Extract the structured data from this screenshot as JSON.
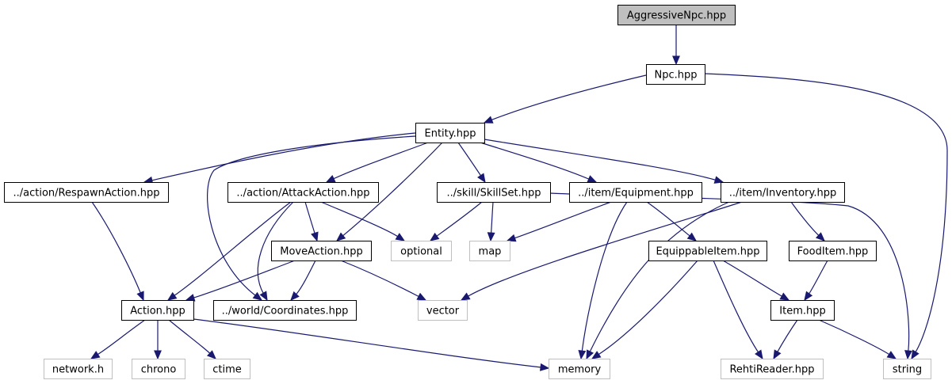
{
  "title": "AggressiveNpc.hpp include dependency graph",
  "colors": {
    "edge": "#191970",
    "root_fill": "#bfbfbf",
    "node_border": "#000000",
    "external_border": "#bfbfbf",
    "node_fill": "#ffffff"
  },
  "nodes": [
    {
      "id": "aggressivenpc",
      "label": "AggressiveNpc.hpp",
      "kind": "root"
    },
    {
      "id": "npc",
      "label": "Npc.hpp",
      "kind": "local"
    },
    {
      "id": "entity",
      "label": "Entity.hpp",
      "kind": "local"
    },
    {
      "id": "respawnaction",
      "label": "../action/RespawnAction.hpp",
      "kind": "local"
    },
    {
      "id": "attackaction",
      "label": "../action/AttackAction.hpp",
      "kind": "local"
    },
    {
      "id": "skillset",
      "label": "../skill/SkillSet.hpp",
      "kind": "local"
    },
    {
      "id": "equipment",
      "label": "../item/Equipment.hpp",
      "kind": "local"
    },
    {
      "id": "inventory",
      "label": "../item/Inventory.hpp",
      "kind": "local"
    },
    {
      "id": "moveaction",
      "label": "MoveAction.hpp",
      "kind": "local"
    },
    {
      "id": "optional",
      "label": "optional",
      "kind": "external"
    },
    {
      "id": "map",
      "label": "map",
      "kind": "external"
    },
    {
      "id": "equippableitem",
      "label": "EquippableItem.hpp",
      "kind": "local"
    },
    {
      "id": "fooditem",
      "label": "FoodItem.hpp",
      "kind": "local"
    },
    {
      "id": "action",
      "label": "Action.hpp",
      "kind": "local"
    },
    {
      "id": "coordinates",
      "label": "../world/Coordinates.hpp",
      "kind": "local"
    },
    {
      "id": "vector",
      "label": "vector",
      "kind": "external"
    },
    {
      "id": "item",
      "label": "Item.hpp",
      "kind": "local"
    },
    {
      "id": "networkh",
      "label": "network.h",
      "kind": "external"
    },
    {
      "id": "chrono",
      "label": "chrono",
      "kind": "external"
    },
    {
      "id": "ctime",
      "label": "ctime",
      "kind": "external"
    },
    {
      "id": "memory",
      "label": "memory",
      "kind": "external"
    },
    {
      "id": "rehtireader",
      "label": "RehtiReader.hpp",
      "kind": "external"
    },
    {
      "id": "string",
      "label": "string",
      "kind": "external"
    }
  ],
  "edges": [
    [
      "aggressivenpc",
      "npc"
    ],
    [
      "npc",
      "entity"
    ],
    [
      "npc",
      "string"
    ],
    [
      "entity",
      "respawnaction"
    ],
    [
      "entity",
      "attackaction"
    ],
    [
      "entity",
      "skillset"
    ],
    [
      "entity",
      "equipment"
    ],
    [
      "entity",
      "inventory"
    ],
    [
      "entity",
      "moveaction"
    ],
    [
      "entity",
      "coordinates"
    ],
    [
      "respawnaction",
      "action"
    ],
    [
      "attackaction",
      "action"
    ],
    [
      "attackaction",
      "moveaction"
    ],
    [
      "attackaction",
      "optional"
    ],
    [
      "attackaction",
      "coordinates"
    ],
    [
      "skillset",
      "optional"
    ],
    [
      "skillset",
      "map"
    ],
    [
      "skillset",
      "string"
    ],
    [
      "equipment",
      "map"
    ],
    [
      "equipment",
      "memory"
    ],
    [
      "equipment",
      "equippableitem"
    ],
    [
      "inventory",
      "fooditem"
    ],
    [
      "inventory",
      "vector"
    ],
    [
      "inventory",
      "memory"
    ],
    [
      "moveaction",
      "action"
    ],
    [
      "moveaction",
      "coordinates"
    ],
    [
      "moveaction",
      "vector"
    ],
    [
      "equippableitem",
      "item"
    ],
    [
      "equippableitem",
      "memory"
    ],
    [
      "equippableitem",
      "rehtireader"
    ],
    [
      "fooditem",
      "item"
    ],
    [
      "action",
      "networkh"
    ],
    [
      "action",
      "chrono"
    ],
    [
      "action",
      "ctime"
    ],
    [
      "action",
      "memory"
    ],
    [
      "item",
      "rehtireader"
    ],
    [
      "item",
      "string"
    ]
  ]
}
